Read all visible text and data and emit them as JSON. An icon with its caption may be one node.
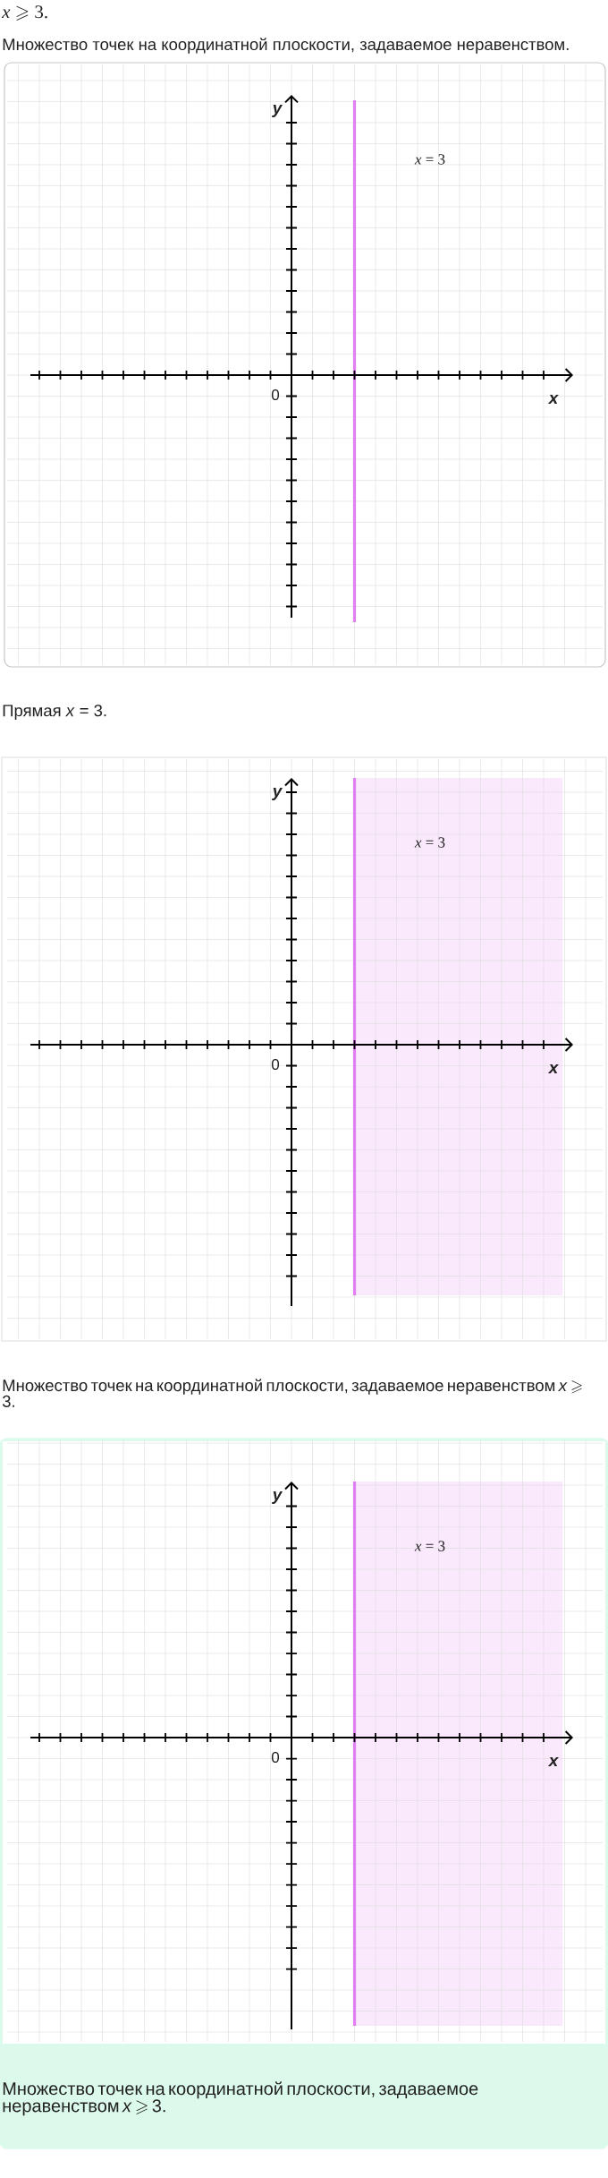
{
  "diagram": {
    "labels": [
      "*x* ⩾ 3.",
      "Множество точек на координатной плоскости, задаваемое неравенством.",
      "y",
      "*x* = 3",
      "0",
      "x",
      "Прямая *x* = 3.",
      "y",
      "*x* = 3",
      "0",
      "x",
      "Множество точек на координатной плоскости, задаваемое неравенством *x* ⩾ 3.",
      "y",
      "*x* = 3",
      "0",
      "x",
      "Множество точек на координатной плоскости, задаваемое неравенством *x* ⩾ 3."
    ]
  }
}
